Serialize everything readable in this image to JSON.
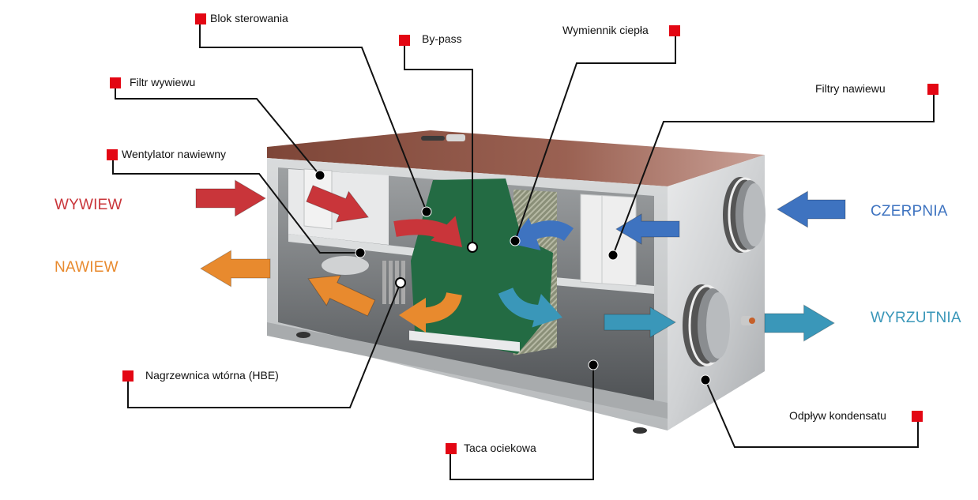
{
  "diagram": {
    "title": "Centrala wentylacyjna z odzyskiem ciepła – budowa",
    "marker_color": "#e30613",
    "leader_color": "#111111",
    "callouts": [
      {
        "id": "blok-sterowania",
        "label": "Blok sterowania"
      },
      {
        "id": "by-pass",
        "label": "By-pass"
      },
      {
        "id": "wymiennik-ciepla",
        "label": "Wymiennik ciepła"
      },
      {
        "id": "filtr-wywiewu",
        "label": "Filtr wywiewu"
      },
      {
        "id": "filtry-nawiewu",
        "label": "Filtry nawiewu"
      },
      {
        "id": "wentylator-nawiewny",
        "label": "Wentylator nawiewny"
      },
      {
        "id": "nagrzewnica-wtorna",
        "label": "Nagrzewnica wtórna (HBE)"
      },
      {
        "id": "taca-ociekowa",
        "label": "Taca ociekowa"
      },
      {
        "id": "odplyw-kondensatu",
        "label": "Odpływ kondensatu"
      }
    ],
    "airflows": [
      {
        "id": "wywiew",
        "label": "WYWIEW",
        "color": "#c9353a",
        "direction": "in"
      },
      {
        "id": "nawiew",
        "label": "NAWIEW",
        "color": "#e88a2e",
        "direction": "out"
      },
      {
        "id": "czerpnia",
        "label": "CZERPNIA",
        "color": "#3e73c0",
        "direction": "in"
      },
      {
        "id": "wyrzutnia",
        "label": "WYRZUTNIA",
        "color": "#3a97b9",
        "direction": "out"
      }
    ],
    "unit_colors": {
      "top_panel": "#8f5546",
      "frame": "#c9cbcc",
      "exchanger": "#236b43",
      "interior": "#6a6d70",
      "side_panel": "#d6d8da"
    }
  }
}
